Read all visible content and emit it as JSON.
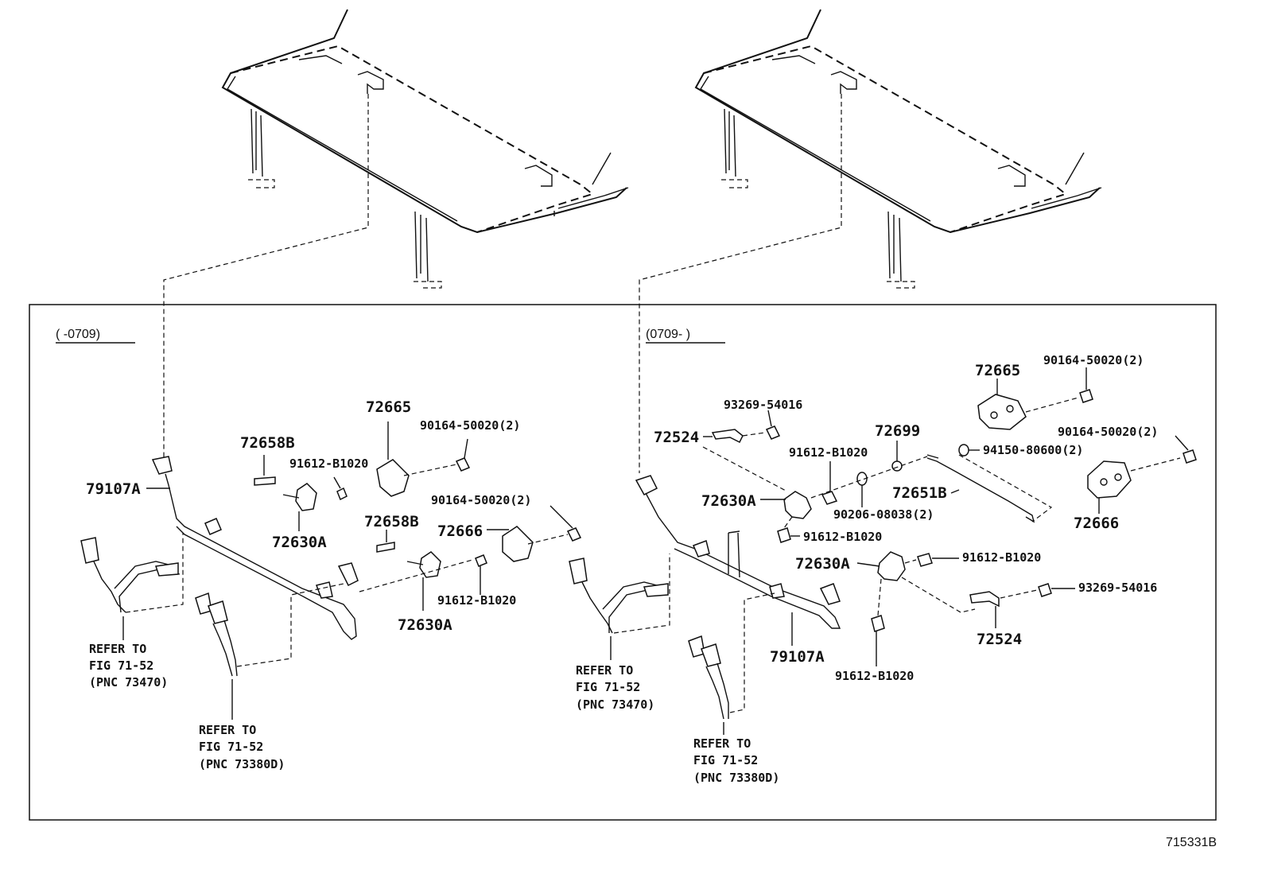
{
  "diagram": {
    "figure_number": "715331B",
    "left_panel": {
      "date_range": "(      -0709)",
      "labels": {
        "bracket_72665": "72665",
        "bolt_top": "90164-50020(2)",
        "part_72658b_top": "72658B",
        "bolt_91612_top": "91612-B1020",
        "belt_79107a": "79107A",
        "part_72630a_top": "72630A",
        "part_72658b_mid": "72658B",
        "bolt_mid": "90164-50020(2)",
        "part_72666": "72666",
        "bolt_91612_mid": "91612-B1020",
        "part_72630a_mid": "72630A"
      },
      "ref1": [
        "REFER TO",
        "FIG 71-52",
        "(PNC 73470)"
      ],
      "ref2": [
        "REFER TO",
        "FIG 71-52",
        "(PNC 73380D)"
      ]
    },
    "right_panel": {
      "date_range": "(0709-      )",
      "labels": {
        "part_72665": "72665",
        "bolt_top_right": "90164-50020(2)",
        "screw_93269_top": "93269-54016",
        "part_72524_top": "72524",
        "part_72699": "72699",
        "bolt_91612_a": "91612-B1020",
        "nut_94150": "94150-80600(2)",
        "bolt_mid_right": "90164-50020(2)",
        "part_72651b": "72651B",
        "part_72630a_a": "72630A",
        "washer_90206": "90206-08038(2)",
        "part_72666": "72666",
        "bolt_91612_b": "91612-B1020",
        "part_72630a_b": "72630A",
        "bolt_91612_c": "91612-B1020",
        "screw_93269_bottom": "93269-54016",
        "part_72524_bottom": "72524",
        "belt_79107a": "79107A",
        "bolt_91612_d": "91612-B1020"
      },
      "ref1": [
        "REFER TO",
        "FIG 71-52",
        "(PNC 73470)"
      ],
      "ref2": [
        "REFER TO",
        "FIG 71-52",
        "(PNC 73380D)"
      ]
    }
  }
}
